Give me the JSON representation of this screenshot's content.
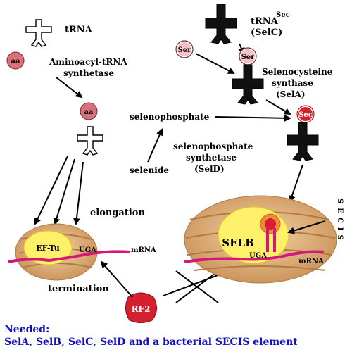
{
  "labels": {
    "trna": "tRNA",
    "aa": "aa",
    "aa_synthetase_line1": "Aminoacyl-tRNA",
    "aa_synthetase_line2": "synthetase",
    "trna_sec": "tRNA",
    "trna_sec_superscript": "Sec",
    "selc": "(SelC)",
    "ser": "Ser",
    "sec": "Sec",
    "sela_line1": "Selenocysteine",
    "sela_line2": "synthase",
    "sela_line3": "(SelA)",
    "selenophosphate": "selenophosphate",
    "seld_line1": "selenophosphate",
    "seld_line2": "synthetase",
    "seld_line3": "(SelD)",
    "selenide": "selenide",
    "elongation": "elongation",
    "termination": "termination",
    "eftu": "EF-Tu",
    "uga": "UGA",
    "mrna": "mRNA",
    "selb": "SELB",
    "secis": "SECIS",
    "rf2": "RF2"
  },
  "needed": {
    "line1": "Needed:",
    "line2": "SelA, SelB, SelC, SelD and a bacterial SECIS element"
  },
  "colors": {
    "ribosome": "#d9a877",
    "factor": "#fff06a",
    "mrna": "#d6177a",
    "aa_circle": "#d9717a",
    "rf2": "#d4202e",
    "needed_text": "#1010c0"
  }
}
